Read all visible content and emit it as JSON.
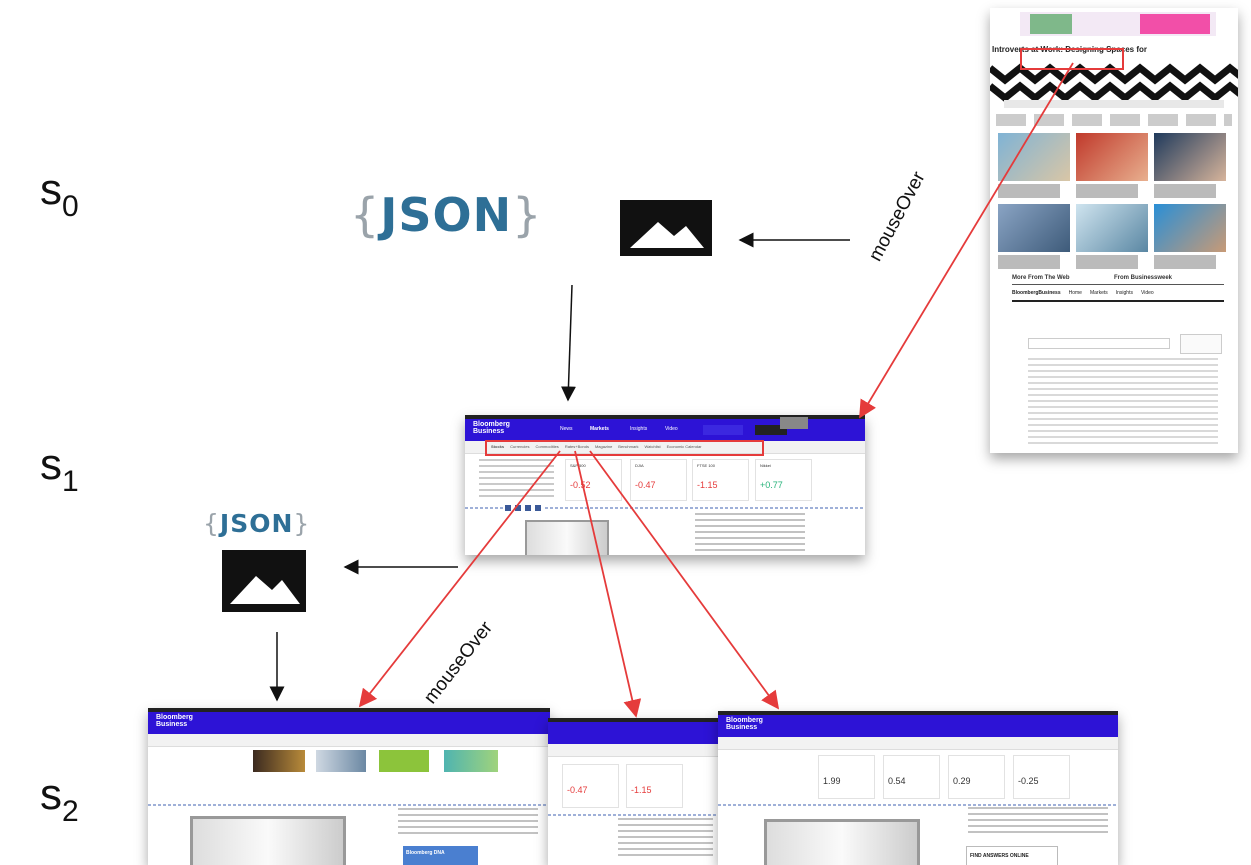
{
  "states": [
    "s",
    "s",
    "s"
  ],
  "state_subscripts": [
    "0",
    "1",
    "2"
  ],
  "json_label": "JSON",
  "json_brace_open": "{",
  "json_brace_close": "}",
  "event_label": "mouseOver",
  "screens": {
    "s0": {
      "headline": "Introverts at Work: Designing Spaces for",
      "section_header_left": "More From The Web",
      "section_header_right": "From Businessweek",
      "tabs": [
        "BloombergBusiness",
        "Home",
        "Markets",
        "Insights",
        "Video"
      ]
    },
    "s1": {
      "brand_top": "Bloomberg",
      "brand_bottom": "Business",
      "nav": [
        "News",
        "Markets",
        "Insights",
        "Video"
      ],
      "subnav": [
        "Stocks",
        "Currencies",
        "Commodities",
        "Rates+Bonds",
        "Magazine",
        "Benchmark",
        "Watchlist",
        "Economic Calendar"
      ],
      "tiles": [
        {
          "label": "S&P 500",
          "value": "-0.52",
          "sign": "neg"
        },
        {
          "label": "DJIA",
          "value": "-0.47",
          "sign": "neg"
        },
        {
          "label": "FTSE 100",
          "value": "-1.15",
          "sign": "neg"
        },
        {
          "label": "Nikkei",
          "value": "+0.77",
          "sign": "pos"
        }
      ]
    },
    "s2_bonds": {
      "tiles": [
        "1.99",
        "0.54",
        "0.29",
        "-0.25"
      ],
      "promo": "FIND ANSWERS ONLINE"
    },
    "s2_center": {
      "tiles": [
        "-0.47",
        "-1.15"
      ]
    },
    "s2_magazine": {
      "promo": "Bloomberg DNA"
    }
  }
}
